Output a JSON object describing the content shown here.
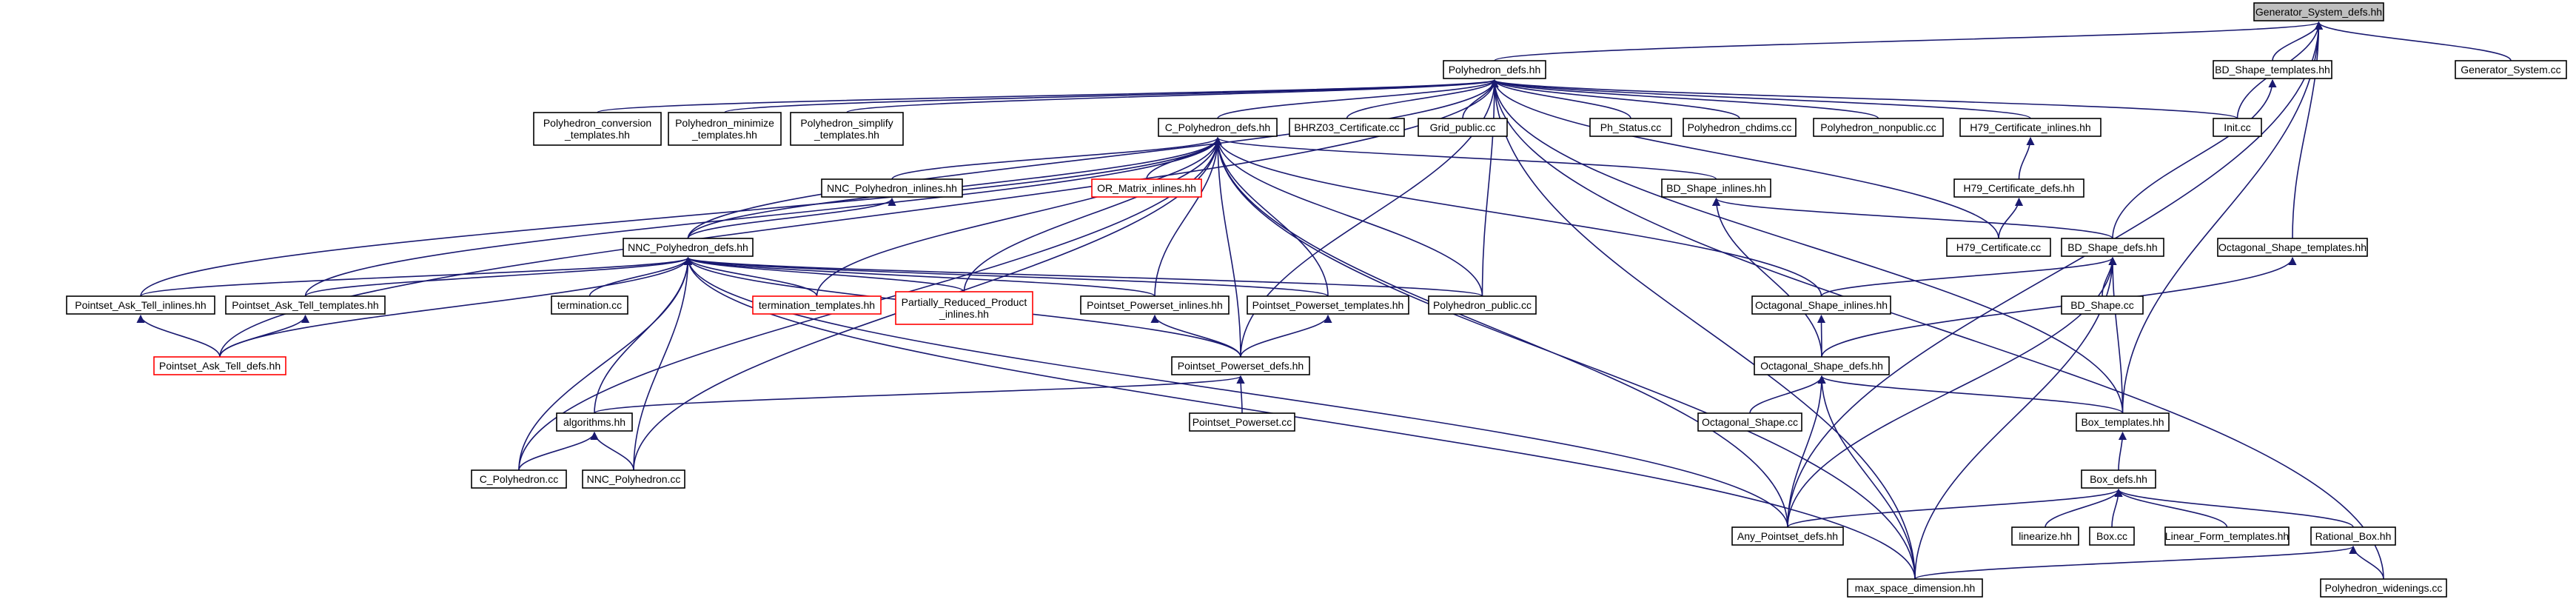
{
  "colors": {
    "edge": "#191970",
    "node_border": "#000000",
    "node_fill": "#ffffff",
    "root_fill": "#bfbfbf",
    "truncated_border": "#ff0000"
  },
  "nodes": [
    {
      "id": "gen_defs",
      "label": "Generator_System_defs.hh",
      "style": "root"
    },
    {
      "id": "poly_defs",
      "label": "Polyhedron_defs.hh"
    },
    {
      "id": "bd_tmpl",
      "label": "BD_Shape_templates.hh"
    },
    {
      "id": "gen_sys_cc",
      "label": "Generator_System.cc"
    },
    {
      "id": "poly_conv",
      "label": "Polyhedron_conversion\n_templates.hh"
    },
    {
      "id": "poly_min",
      "label": "Polyhedron_minimize\n_templates.hh"
    },
    {
      "id": "poly_simp",
      "label": "Polyhedron_simplify\n_templates.hh"
    },
    {
      "id": "c_poly_defs",
      "label": "C_Polyhedron_defs.hh"
    },
    {
      "id": "bhrz",
      "label": "BHRZ03_Certificate.cc"
    },
    {
      "id": "grid_pub",
      "label": "Grid_public.cc"
    },
    {
      "id": "ph_status",
      "label": "Ph_Status.cc"
    },
    {
      "id": "poly_chd",
      "label": "Polyhedron_chdims.cc"
    },
    {
      "id": "poly_nonpub",
      "label": "Polyhedron_nonpublic.cc"
    },
    {
      "id": "h79_inl",
      "label": "H79_Certificate_inlines.hh"
    },
    {
      "id": "init_cc",
      "label": "Init.cc"
    },
    {
      "id": "nnc_inl",
      "label": "NNC_Polyhedron_inlines.hh"
    },
    {
      "id": "or_matrix",
      "label": "OR_Matrix_inlines.hh",
      "style": "truncated"
    },
    {
      "id": "bd_inl",
      "label": "BD_Shape_inlines.hh"
    },
    {
      "id": "h79_defs",
      "label": "H79_Certificate_defs.hh"
    },
    {
      "id": "nnc_defs",
      "label": "NNC_Polyhedron_defs.hh"
    },
    {
      "id": "h79_cc",
      "label": "H79_Certificate.cc"
    },
    {
      "id": "bd_defs",
      "label": "BD_Shape_defs.hh"
    },
    {
      "id": "oct_tmpl",
      "label": "Octagonal_Shape_templates.hh"
    },
    {
      "id": "pat_inl",
      "label": "Pointset_Ask_Tell_inlines.hh"
    },
    {
      "id": "pat_tmpl",
      "label": "Pointset_Ask_Tell_templates.hh"
    },
    {
      "id": "termination",
      "label": "termination.cc"
    },
    {
      "id": "term_tmpl",
      "label": "termination_templates.hh",
      "style": "truncated"
    },
    {
      "id": "prp_inl",
      "label": "Partially_Reduced_Product\n_inlines.hh",
      "style": "truncated"
    },
    {
      "id": "pp_inl",
      "label": "Pointset_Powerset_inlines.hh"
    },
    {
      "id": "pp_tmpl",
      "label": "Pointset_Powerset_templates.hh"
    },
    {
      "id": "poly_pub",
      "label": "Polyhedron_public.cc"
    },
    {
      "id": "oct_inl",
      "label": "Octagonal_Shape_inlines.hh"
    },
    {
      "id": "bd_shape_cc",
      "label": "BD_Shape.cc"
    },
    {
      "id": "pat_defs",
      "label": "Pointset_Ask_Tell_defs.hh",
      "style": "truncated"
    },
    {
      "id": "pp_defs",
      "label": "Pointset_Powerset_defs.hh"
    },
    {
      "id": "oct_defs",
      "label": "Octagonal_Shape_defs.hh"
    },
    {
      "id": "algorithms",
      "label": "algorithms.hh"
    },
    {
      "id": "pp_cc",
      "label": "Pointset_Powerset.cc"
    },
    {
      "id": "oct_cc",
      "label": "Octagonal_Shape.cc"
    },
    {
      "id": "box_tmpl",
      "label": "Box_templates.hh"
    },
    {
      "id": "c_poly_cc",
      "label": "C_Polyhedron.cc"
    },
    {
      "id": "nnc_cc",
      "label": "NNC_Polyhedron.cc"
    },
    {
      "id": "box_defs",
      "label": "Box_defs.hh"
    },
    {
      "id": "any_pd",
      "label": "Any_Pointset_defs.hh"
    },
    {
      "id": "linearize",
      "label": "linearize.hh"
    },
    {
      "id": "box_cc",
      "label": "Box.cc"
    },
    {
      "id": "lf_tmpl",
      "label": "Linear_Form_templates.hh"
    },
    {
      "id": "rat_box",
      "label": "Rational_Box.hh"
    },
    {
      "id": "max_sd",
      "label": "max_space_dimension.hh"
    },
    {
      "id": "poly_wid",
      "label": "Polyhedron_widenings.cc"
    }
  ]
}
